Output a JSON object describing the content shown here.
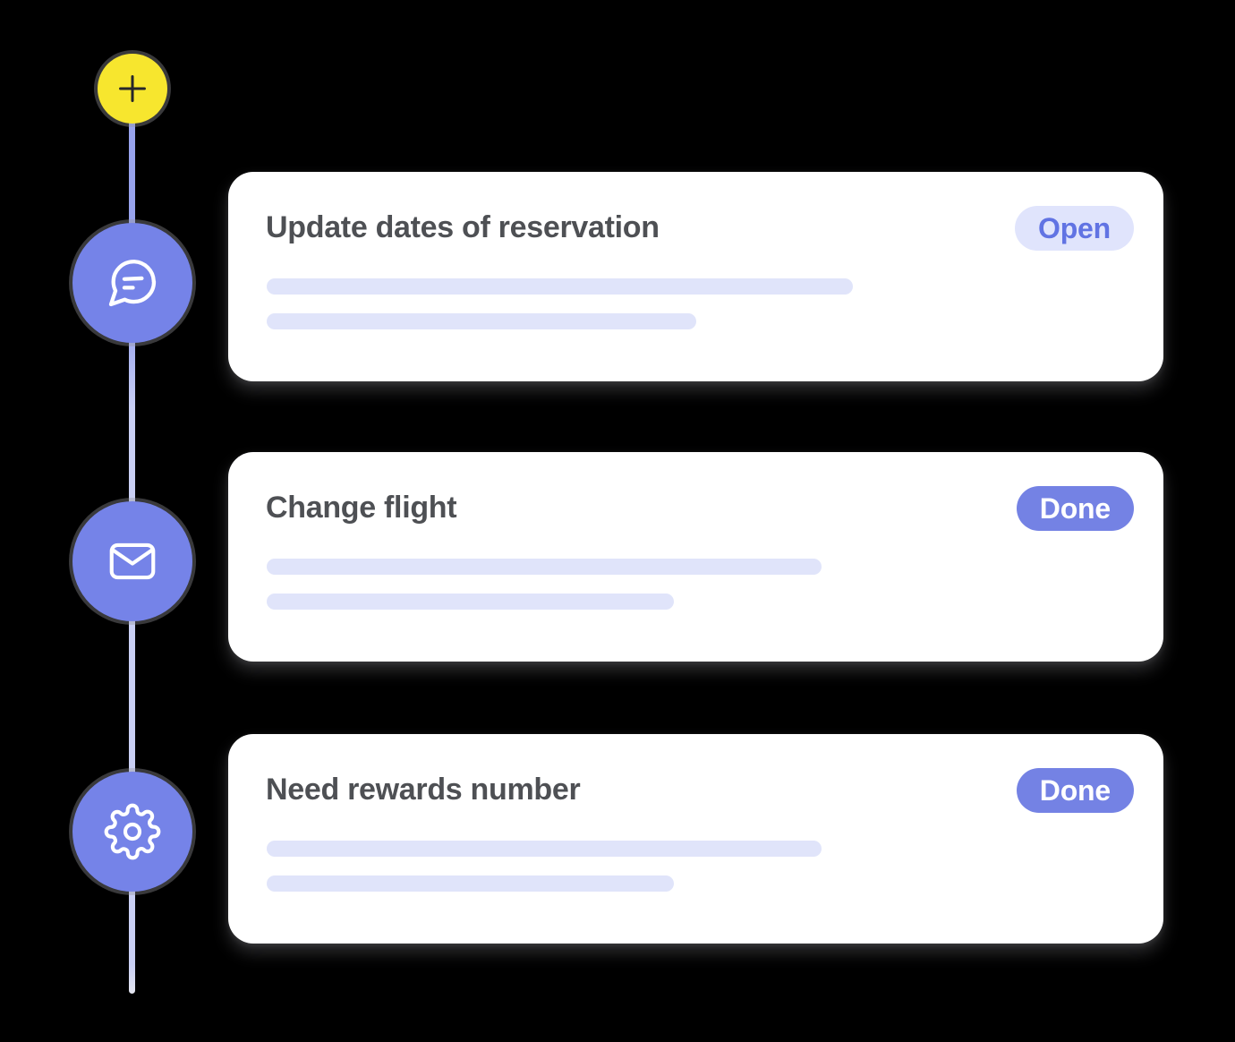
{
  "illustration": {
    "background_color": "#000000",
    "timeline": {
      "line_color": "#C9CFF4",
      "line_fade_color": "#E4E5F0",
      "nodes": [
        {
          "id": "add",
          "icon": "plus-icon",
          "color": "#F7E62E",
          "icon_color": "#26262A"
        },
        {
          "id": "chat",
          "icon": "chat-bubble-icon",
          "color": "#7583E8",
          "icon_color": "#FFFFFF"
        },
        {
          "id": "mail",
          "icon": "mail-icon",
          "color": "#7583E8",
          "icon_color": "#FFFFFF"
        },
        {
          "id": "settings",
          "icon": "gear-icon",
          "color": "#7583E8",
          "icon_color": "#FFFFFF"
        }
      ]
    },
    "cards": [
      {
        "title": "Update dates of reservation",
        "status": "Open",
        "status_variant": "open"
      },
      {
        "title": "Change flight",
        "status": "Done",
        "status_variant": "done"
      },
      {
        "title": "Need rewards number",
        "status": "Done",
        "status_variant": "done"
      }
    ],
    "status_styles": {
      "open": {
        "background": "#E0E4FC",
        "text": "#6173E3"
      },
      "done": {
        "background": "#7482E4",
        "text": "#FFFFFF"
      }
    },
    "card_colors": {
      "background": "#FFFFFF",
      "title_text": "#4E5054",
      "skeleton_line": "#E0E4FA"
    }
  }
}
